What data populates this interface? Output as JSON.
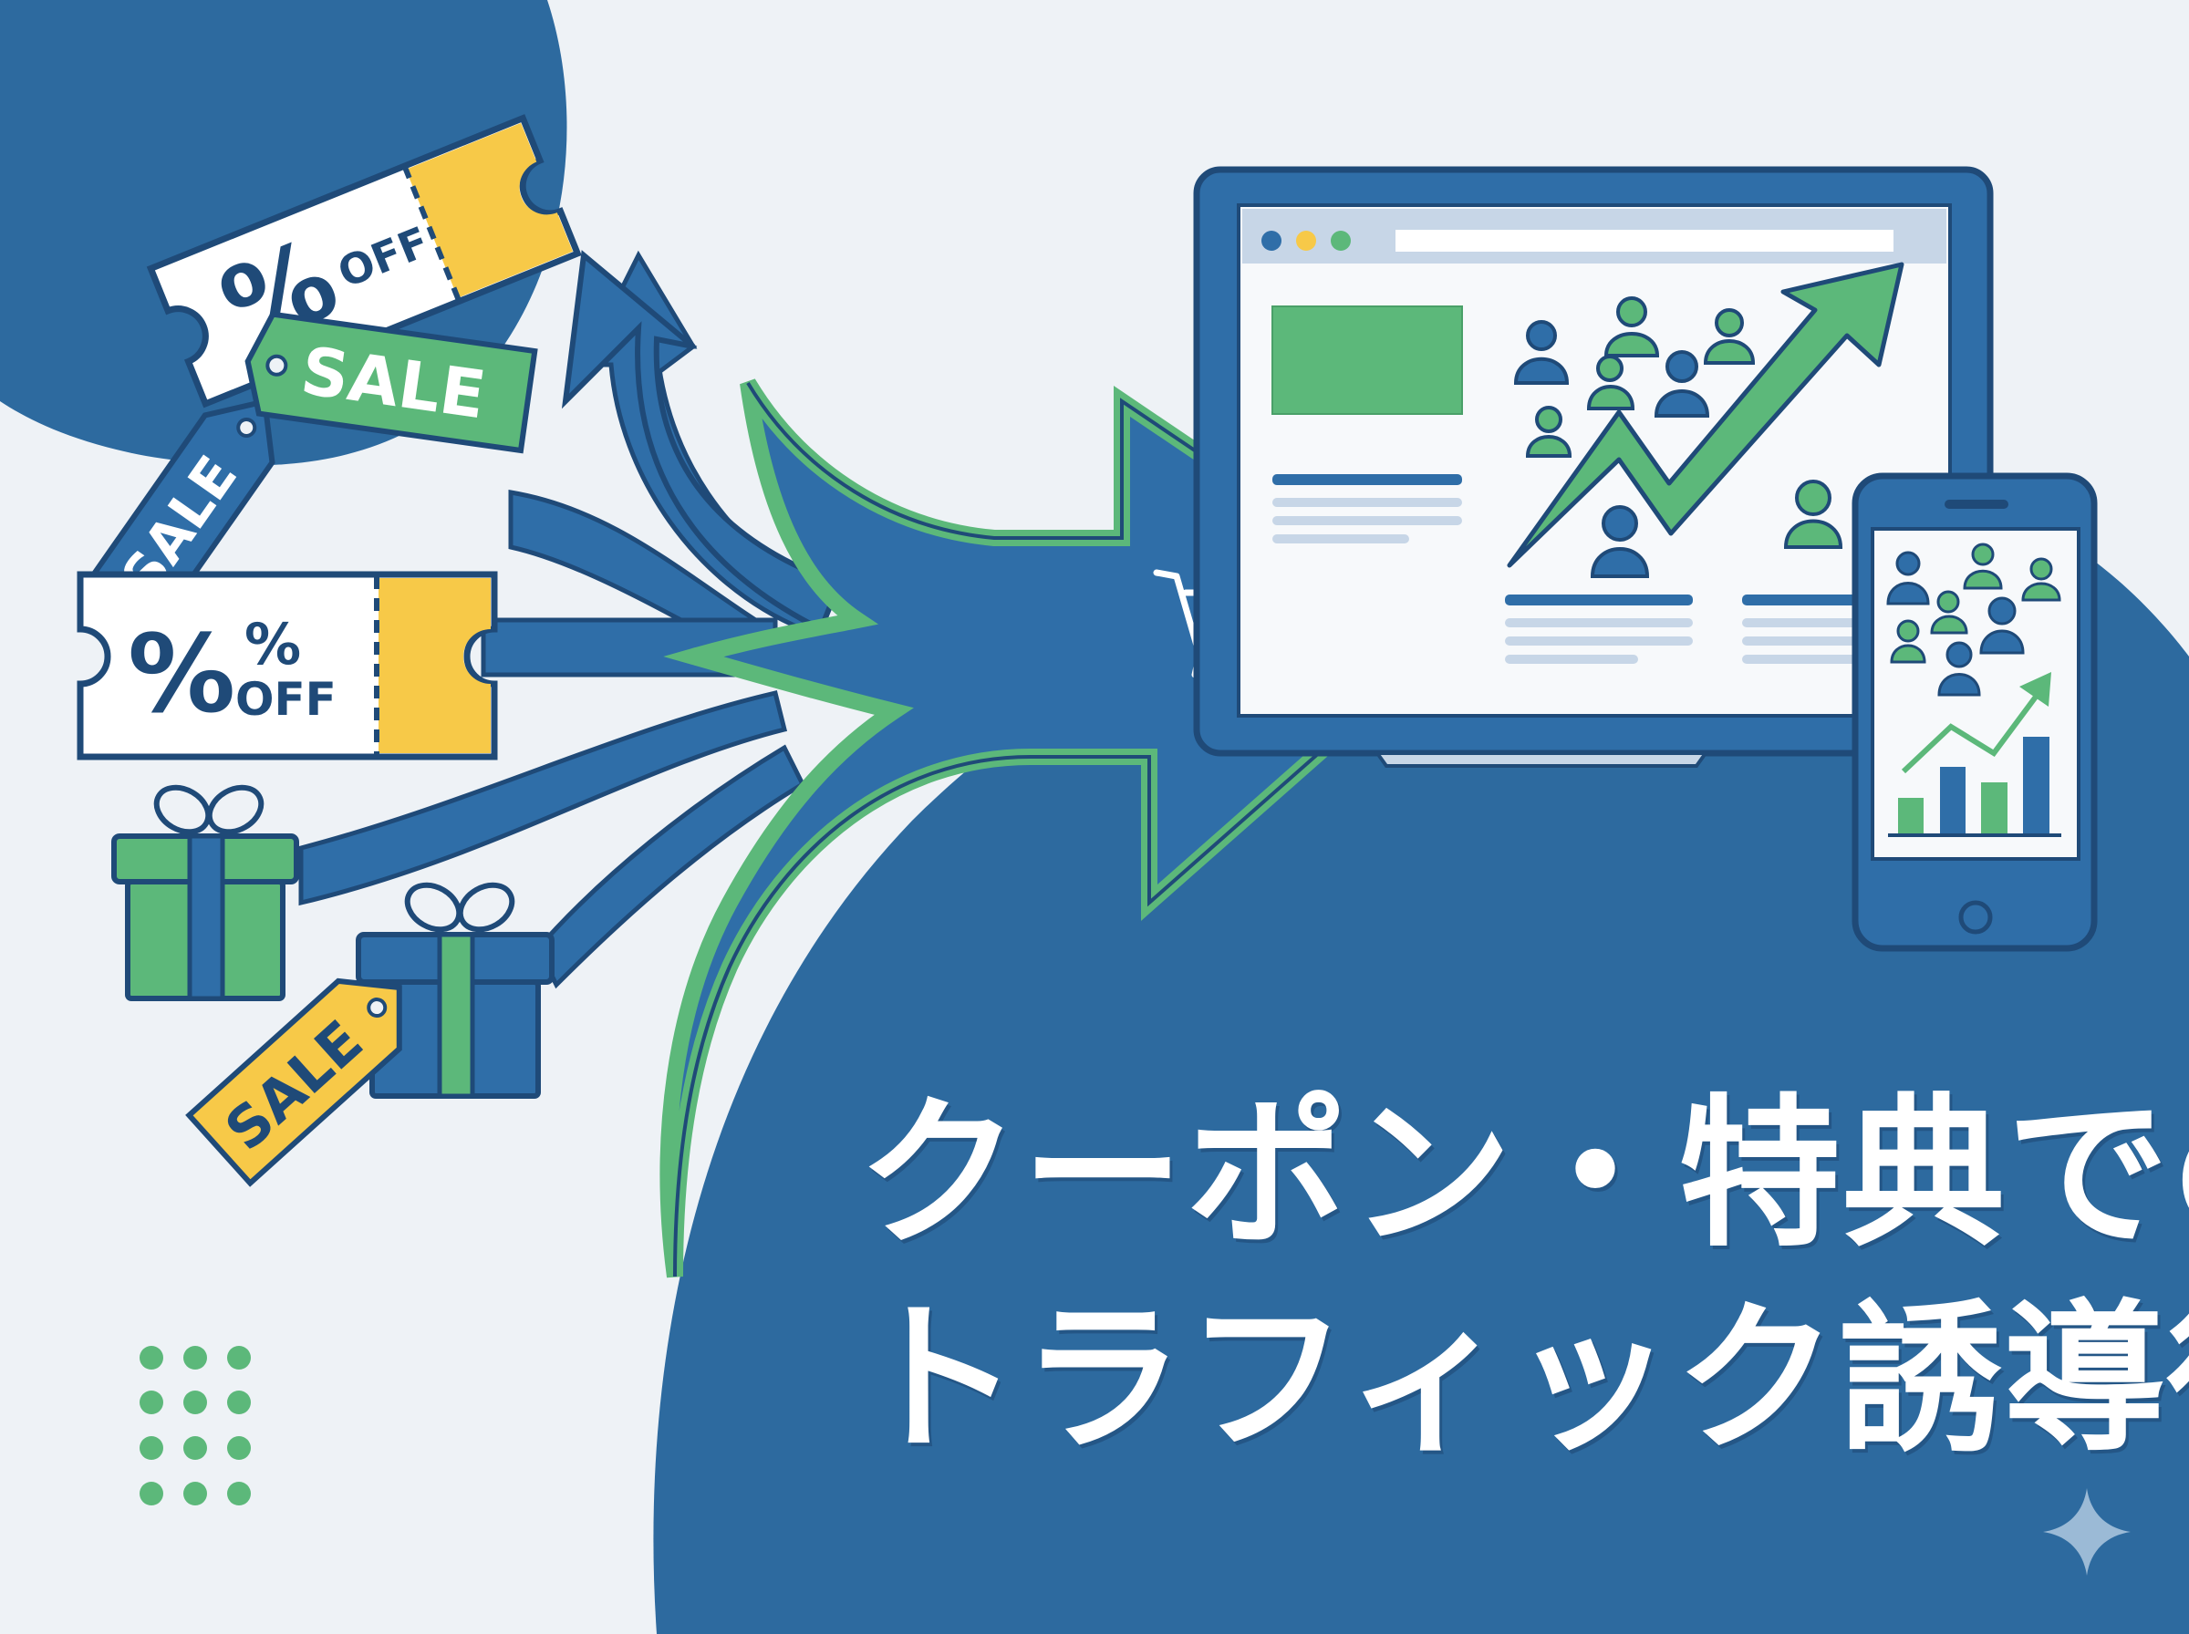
{
  "title": {
    "line1": "クーポン・特典での",
    "line2": "トラフィック誘導術"
  },
  "coupons": [
    {
      "main": "%",
      "sub": "OFF"
    },
    {
      "main": "%",
      "sub_top": "%",
      "sub": "OFF"
    }
  ],
  "tags": [
    {
      "label": "SALE",
      "color": "green"
    },
    {
      "label": "SALE",
      "color": "blue"
    },
    {
      "label": "SALE",
      "color": "yellow"
    }
  ],
  "icons": [
    "shopping-cart-icon",
    "gift-icon",
    "user-icon",
    "trend-up-arrow-icon",
    "sparkle-icon",
    "laptop-icon",
    "smartphone-icon"
  ],
  "phone_chart": {
    "type": "bar",
    "values": [
      0.38,
      0.74,
      0.58,
      1.0
    ],
    "colors": [
      "#5cb87a",
      "#2f6ea8",
      "#5cb87a",
      "#2f6ea8"
    ]
  },
  "colors": {
    "primary_blue": "#2d6a9f",
    "dark_outline": "#1f4a78",
    "green": "#5cb87a",
    "yellow": "#f7c948",
    "background": "#eef2f6",
    "sparkle": "#9bbad6"
  }
}
